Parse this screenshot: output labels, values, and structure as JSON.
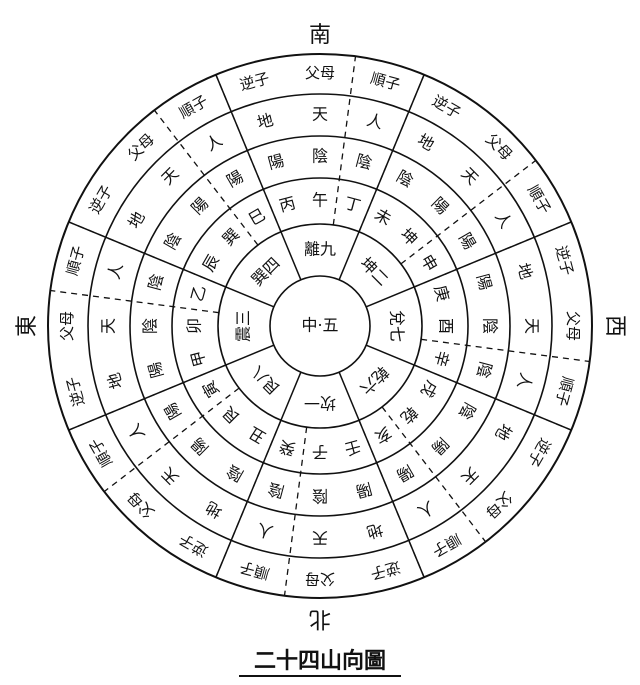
{
  "directions": {
    "south": "南",
    "west": "西",
    "north": "北",
    "east": "東"
  },
  "caption": "二十四山向圖",
  "center": "中·五",
  "trigram_ring": [
    "離九",
    "坤二",
    "兌七",
    "乾六",
    "坎一",
    "艮八",
    "震三",
    "巽四"
  ],
  "mountains": [
    "丙",
    "午",
    "丁",
    "未",
    "坤",
    "申",
    "庚",
    "酉",
    "辛",
    "戌",
    "乾",
    "亥",
    "壬",
    "子",
    "癸",
    "丑",
    "艮",
    "寅",
    "甲",
    "卯",
    "乙",
    "辰",
    "巽",
    "巳"
  ],
  "yinyang": [
    "陽",
    "陰",
    "陰",
    "陰",
    "陽",
    "陽",
    "陽",
    "陰",
    "陰",
    "陰",
    "陽",
    "陽",
    "陽",
    "陰",
    "陰",
    "陰",
    "陽",
    "陽",
    "陽",
    "陰",
    "陰",
    "陰",
    "陽",
    "陽"
  ],
  "tiandiren": [
    "地",
    "天",
    "人",
    "地",
    "天",
    "人",
    "地",
    "天",
    "人",
    "地",
    "天",
    "人",
    "地",
    "天",
    "人",
    "地",
    "天",
    "人",
    "地",
    "天",
    "人",
    "地",
    "天",
    "人"
  ],
  "outer_ring": [
    "逆子",
    "父母",
    "順子",
    "逆子",
    "父母",
    "順子",
    "逆子",
    "父母",
    "順子",
    "逆子",
    "父母",
    "順子",
    "逆子",
    "父母",
    "順子",
    "逆子",
    "父母",
    "順子",
    "逆子",
    "父母",
    "順子",
    "逆子",
    "父母",
    "順子"
  ]
}
